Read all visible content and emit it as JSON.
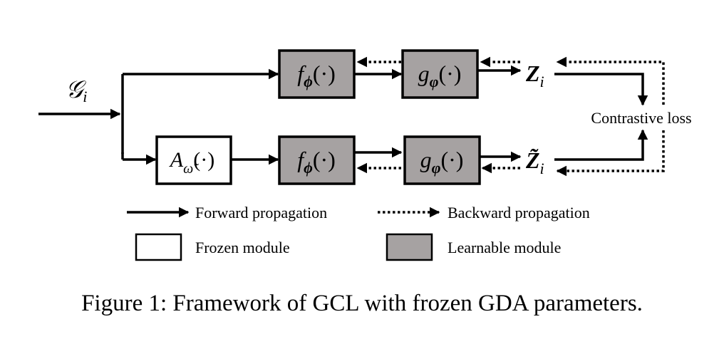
{
  "diagram": {
    "input_label": "𝒢",
    "input_subscript": "i",
    "augmentor_label": "A",
    "augmentor_subscript": "ω̃",
    "encoder_label": "f",
    "encoder_subscript": "ϕ",
    "projector_label": "g",
    "projector_subscript": "φ",
    "arg": "(·)",
    "output_top_label": "Z",
    "output_top_subscript": "i",
    "output_bottom_label": "Z̃",
    "output_bottom_subscript": "i",
    "loss_label": "Contrastive loss"
  },
  "legend": {
    "forward": "Forward propagation",
    "backward": "Backward propagation",
    "frozen": "Frozen module",
    "learnable": "Learnable module"
  },
  "caption": "Figure 1: Framework of GCL with frozen GDA parameters.",
  "colors": {
    "learnable_fill": "#a6a2a2",
    "frozen_fill": "#ffffff",
    "stroke": "#000000"
  }
}
